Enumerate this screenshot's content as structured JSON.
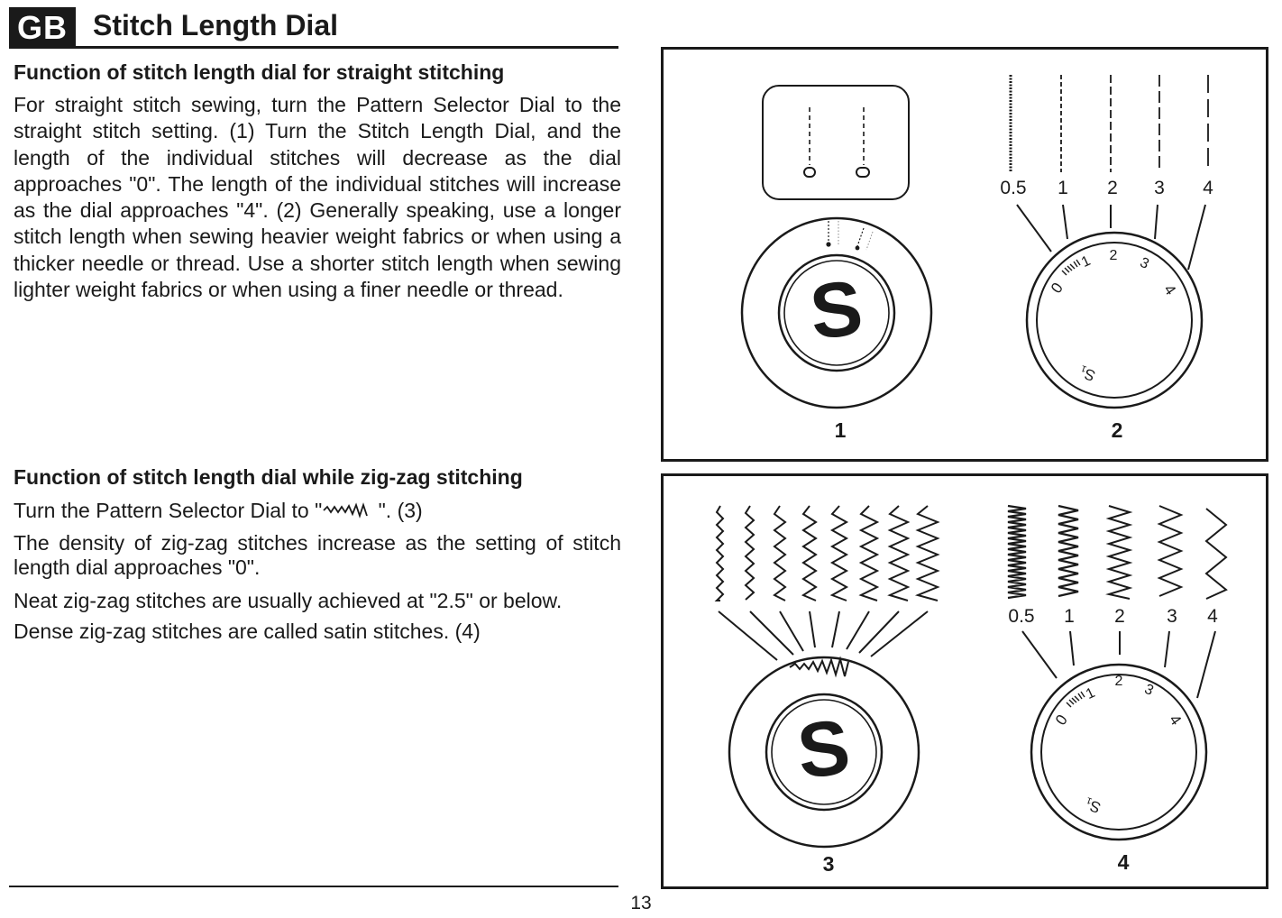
{
  "header": {
    "badge": "GB",
    "title": "Stitch Length Dial"
  },
  "section1": {
    "heading": "Function of stitch length dial for straight stitching",
    "body": "For straight stitch sewing, turn the Pattern Selector Dial to the straight stitch setting. (1) Turn the Stitch Length Dial, and the length of the individual stitches will decrease as the dial approaches \"0\". The length of the individual stitches will increase as the dial approaches \"4\". (2) Generally speaking, use a longer stitch length when sewing heavier weight fabrics or when using a thicker needle or thread. Use a shorter stitch length when sewing lighter weight fabrics or when using a finer needle or thread."
  },
  "section2": {
    "heading": "Function of stitch length dial while zig-zag stitching",
    "line1_before": "Turn the Pattern Selector Dial to \"",
    "line1_after": " \". (3)",
    "line2": "The density of zig-zag stitches increase as the setting of stitch length dial approaches \"0\".",
    "line3": "Neat zig-zag stitches are usually achieved at \"2.5\" or below.",
    "line4": "Dense zig-zag stitches are called satin stitches. (4)"
  },
  "figures": {
    "fig1_label": "1",
    "fig2_label": "2",
    "fig3_label": "3",
    "fig4_label": "4",
    "selector_letter": "S",
    "scale_labels": [
      "0.5",
      "1",
      "2",
      "3",
      "4"
    ],
    "dial_marks": [
      "0",
      "1",
      "2",
      "3",
      "4",
      "S₁"
    ]
  },
  "footer": {
    "page_number": "13"
  }
}
